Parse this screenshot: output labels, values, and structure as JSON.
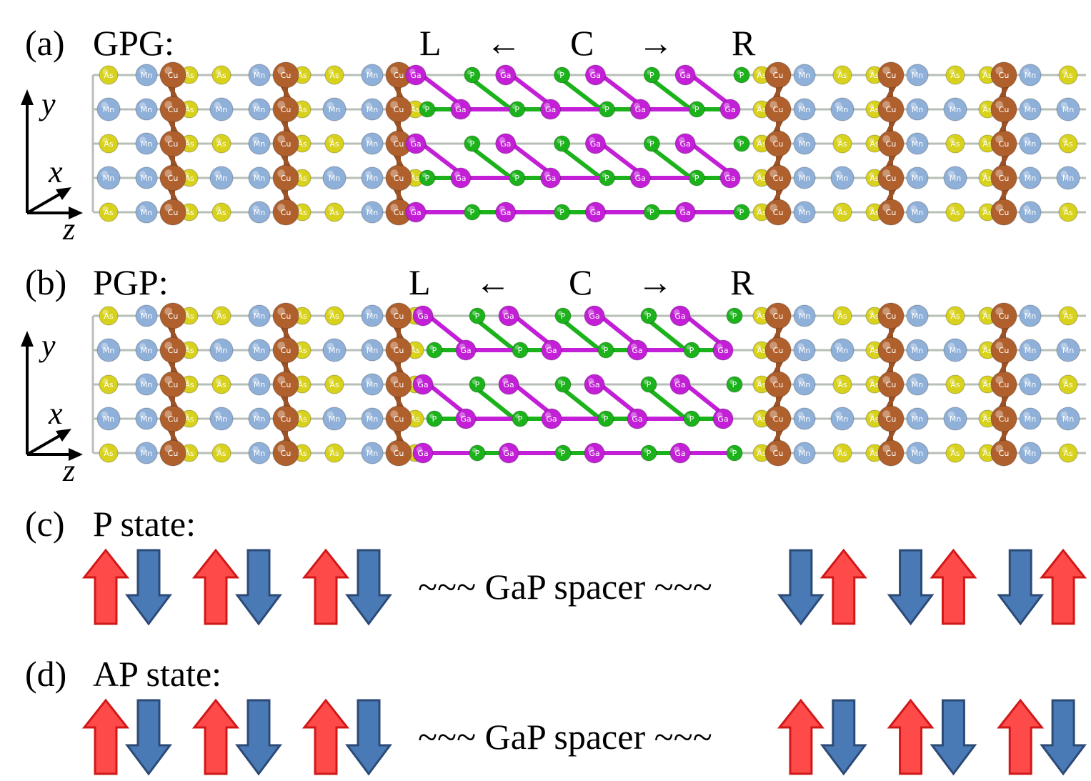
{
  "panels": {
    "a": {
      "tag": "(a)",
      "name": "GPG:",
      "left": "L",
      "arrow_left": "←",
      "center": "C",
      "arrow_right": "→",
      "right": "R"
    },
    "b": {
      "tag": "(b)",
      "name": "PGP:",
      "left": "L",
      "arrow_left": "←",
      "center": "C",
      "arrow_right": "→",
      "right": "R"
    },
    "c": {
      "tag": "(c)",
      "name": "P state:",
      "spacer": "~~~ GaP spacer ~~~"
    },
    "d": {
      "tag": "(d)",
      "name": "AP state:",
      "spacer": "~~~ GaP spacer ~~~"
    }
  },
  "axes": {
    "y": "y",
    "x": "x",
    "z": "z"
  },
  "atoms": {
    "mn": "Mn",
    "as": "As",
    "cu": "Cu",
    "ga": "Ga",
    "p": "P"
  },
  "colors": {
    "mn": "#8fb0d8",
    "as": "#d8d21c",
    "cu": "#b0602c",
    "ga": "#c21fd6",
    "p": "#1bb21b",
    "spin_up": "#ff4a4a",
    "spin_down": "#4a7ab5"
  },
  "spin_states": {
    "p_state": {
      "left": [
        "up-down",
        "up-down",
        "up-down"
      ],
      "right": [
        "down-up",
        "down-up",
        "down-up"
      ]
    },
    "ap_state": {
      "left": [
        "up-down",
        "up-down",
        "up-down"
      ],
      "right": [
        "up-down",
        "up-down",
        "up-down"
      ]
    }
  }
}
